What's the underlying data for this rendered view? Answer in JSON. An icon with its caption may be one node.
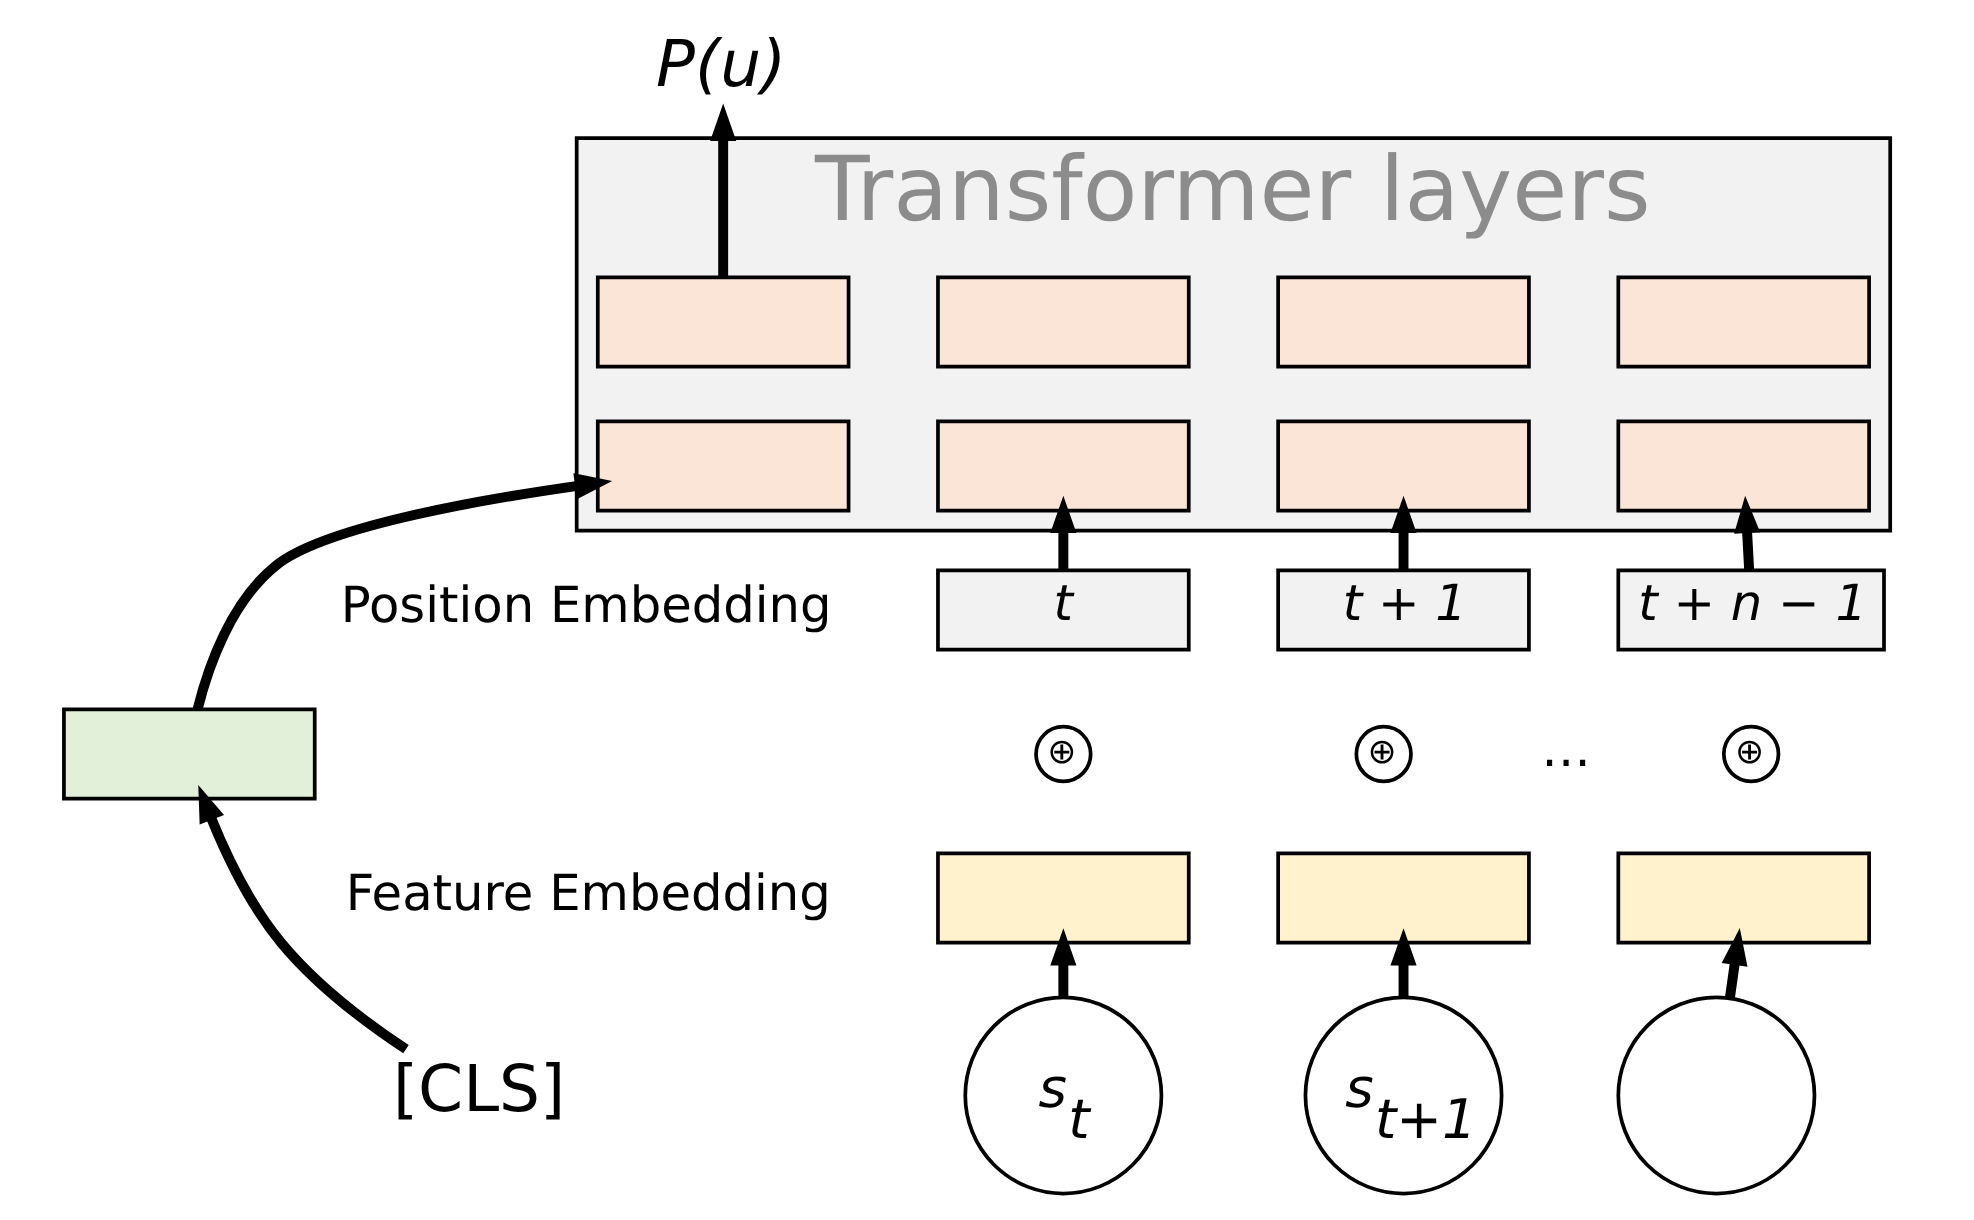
{
  "diagram": {
    "nodes": [
      {
        "text": [
          "P(u)"
        ]
      },
      {
        "text": [
          "Transformer layers"
        ]
      },
      {
        "text": [],
        "shape": "box",
        "in": 1
      },
      {
        "text": [],
        "shape": "box",
        "in": 1
      },
      {
        "text": [],
        "shape": "box",
        "in": 1
      },
      {
        "text": [],
        "shape": "box",
        "in": 1
      },
      {
        "text": [],
        "shape": "box",
        "in": 1
      },
      {
        "text": [],
        "shape": "box",
        "in": 1
      },
      {
        "text": [],
        "shape": "box",
        "in": 1
      },
      {
        "text": [],
        "shape": "box",
        "in": 1
      },
      {
        "text": [],
        "shape": "box"
      },
      {
        "text": [
          "t"
        ]
      },
      {
        "text": [
          "t + 1"
        ]
      },
      {
        "text": [
          "t + n − 1"
        ]
      },
      {
        "text": [
          "⊕"
        ]
      },
      {
        "text": [
          "⊕"
        ]
      },
      {
        "text": [
          "⊕"
        ]
      },
      {
        "text": [],
        "shape": "box"
      },
      {
        "text": [],
        "shape": "box"
      },
      {
        "text": [],
        "shape": "box"
      },
      {
        "text": [
          "[CLS]"
        ]
      },
      {
        "text": [
          "s$_{t}$"
        ]
      },
      {
        "text": [
          "s$_{t+1}$"
        ]
      },
      {
        "text": [],
        "shape": "circle"
      }
    ],
    "edges": [
      {
        "from": 2,
        "to": 0,
        "arrow": "to"
      },
      {
        "from": 10,
        "to": 6,
        "arrow": "to"
      },
      {
        "from": 11,
        "to": 7,
        "arrow": "to"
      },
      {
        "from": 12,
        "to": 8,
        "arrow": "to"
      },
      {
        "from": 13,
        "to": 9,
        "arrow": "to"
      },
      {
        "from": 20,
        "to": 10,
        "arrow": "to"
      },
      {
        "from": 21,
        "to": 17,
        "arrow": "to"
      },
      {
        "from": 22,
        "to": 18,
        "arrow": "to"
      },
      {
        "from": 23,
        "to": 19,
        "arrow": "to"
      }
    ],
    "labels": [
      "Position Embedding",
      "Feature Embedding",
      "…"
    ]
  }
}
